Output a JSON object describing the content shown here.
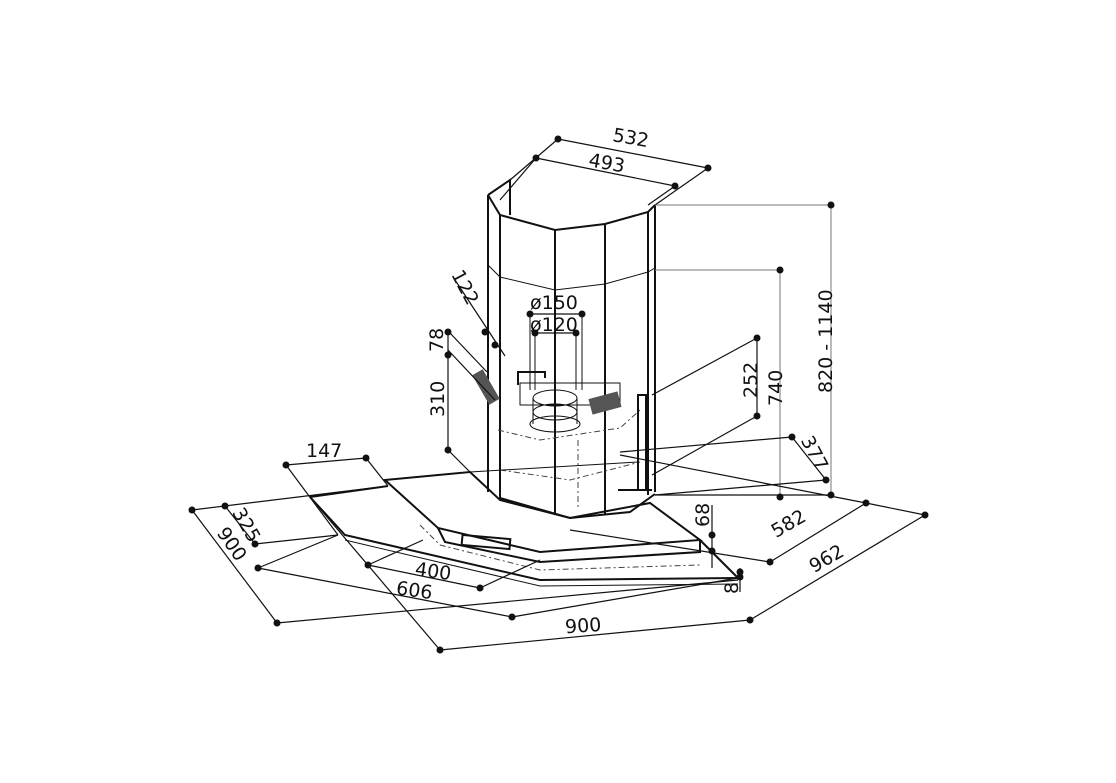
{
  "dimensions": {
    "chimney_outer_width": "532",
    "chimney_inner_width": "493",
    "total_height_range": "820 - 1140",
    "height_740": "740",
    "height_252": "252",
    "depth_377": "377",
    "duct_outer": "ø150",
    "duct_inner": "ø120",
    "offset_122": "122",
    "height_78": "78",
    "height_310": "310",
    "width_147": "147",
    "depth_325": "325",
    "side_900_left": "900",
    "width_400": "400",
    "width_606": "606",
    "side_900_bottom": "900",
    "thickness_68": "68",
    "glass_8": "8",
    "depth_582": "582",
    "diagonal_962": "962"
  }
}
